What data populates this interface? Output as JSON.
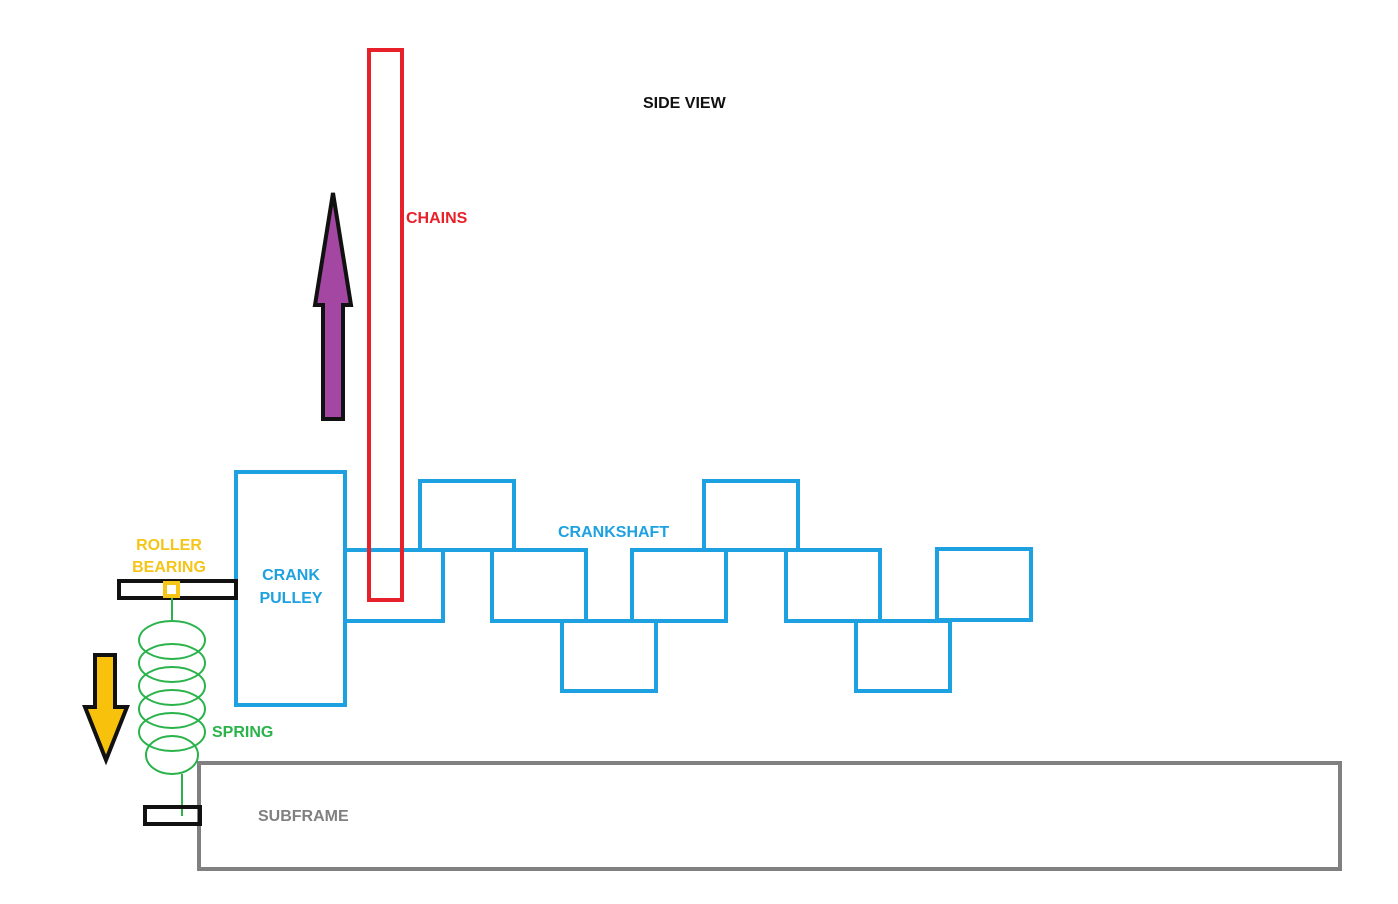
{
  "title": "SIDE VIEW",
  "labels": {
    "chains": "CHAINS",
    "crankshaft": "CRANKSHAFT",
    "crank_pulley_line1": "CRANK",
    "crank_pulley_line2": "PULLEY",
    "roller_bearing_line1": "ROLLER",
    "roller_bearing_line2": "BEARING",
    "spring": "SPRING",
    "subframe": "SUBFRAME"
  },
  "colors": {
    "chains": "#e8202a",
    "crankshaft": "#1ea1e0",
    "roller_bearing": "#f5c518",
    "spring": "#2ab34a",
    "subframe": "#808080",
    "up_arrow": "#a347a3",
    "down_arrow": "#f7c10c",
    "outline": "#111111",
    "title": "#111111"
  },
  "icons": {
    "up_arrow": "arrow-up-icon",
    "down_arrow": "arrow-down-icon"
  }
}
